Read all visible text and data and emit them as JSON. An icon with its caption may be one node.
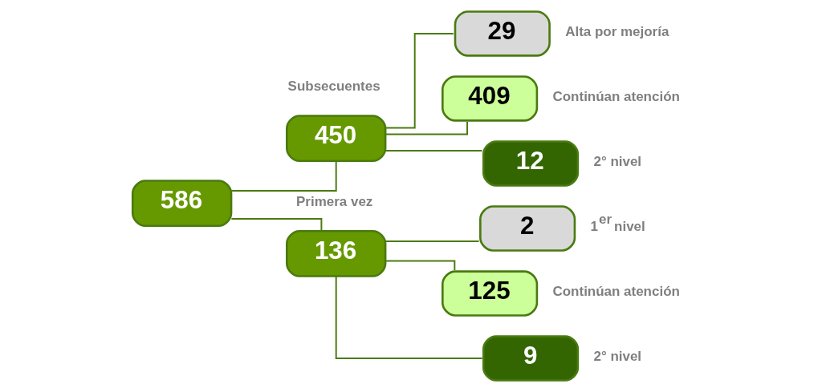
{
  "diagram": {
    "nodes": [
      {
        "text": [
          "586"
        ]
      },
      {
        "text": [
          "450"
        ],
        "beside": [
          "Subsecuentes"
        ]
      },
      {
        "text": [
          "136"
        ],
        "beside": [
          "Primera vez"
        ]
      },
      {
        "text": [
          "29"
        ],
        "beside": [
          "Alta por mejoría"
        ]
      },
      {
        "text": [
          "409"
        ],
        "beside": [
          "Continúan atención"
        ]
      },
      {
        "text": [
          "12"
        ],
        "beside": [
          "2° nivel"
        ]
      },
      {
        "text": [
          "2"
        ],
        "beside": [
          "1$^{er}$ nivel"
        ]
      },
      {
        "text": [
          "125"
        ],
        "beside": [
          "Continúan atención"
        ]
      },
      {
        "text": [
          "9"
        ],
        "beside": [
          "2° nivel"
        ]
      }
    ],
    "edges": [
      {
        "from": 0,
        "to": 1,
        "arrow": "none"
      },
      {
        "from": 0,
        "to": 2,
        "arrow": "none"
      },
      {
        "from": 1,
        "to": 3,
        "arrow": "none"
      },
      {
        "from": 1,
        "to": 4,
        "arrow": "none"
      },
      {
        "from": 1,
        "to": 5,
        "arrow": "none"
      },
      {
        "from": 2,
        "to": 6,
        "arrow": "none"
      },
      {
        "from": 2,
        "to": 7,
        "arrow": "none"
      },
      {
        "from": 2,
        "to": 8,
        "arrow": "none"
      }
    ]
  }
}
